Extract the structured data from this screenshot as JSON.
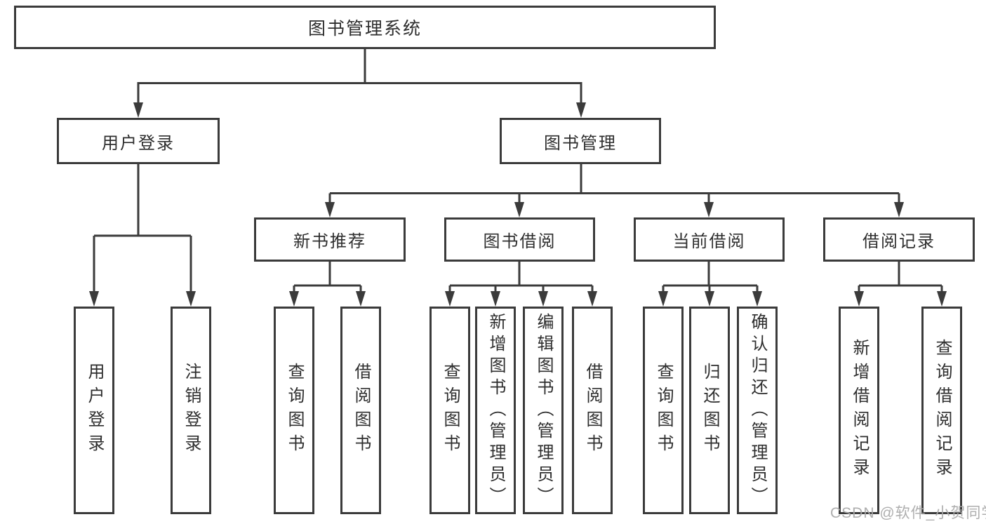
{
  "title": "图书管理系统",
  "watermark": "CSDN @软件_小贺同学",
  "colors": {
    "line": "#3b3b3b",
    "box_border": "#3b3b3b",
    "text": "#2e2e2e",
    "background": "#ffffff",
    "watermark": "#aaaaaa"
  },
  "tree": {
    "root": {
      "label": "图书管理系统"
    },
    "branches": [
      {
        "label": "用户登录",
        "leaves": [
          {
            "label": "用户登录"
          },
          {
            "label": "注销登录"
          }
        ]
      },
      {
        "label": "图书管理",
        "groups": [
          {
            "label": "新书推荐",
            "leaves": [
              {
                "label": "查询图书"
              },
              {
                "label": "借阅图书"
              }
            ]
          },
          {
            "label": "图书借阅",
            "leaves": [
              {
                "label": "查询图书"
              },
              {
                "label": "新增图书（管理员）"
              },
              {
                "label": "编辑图书（管理员）"
              },
              {
                "label": "借阅图书"
              }
            ]
          },
          {
            "label": "当前借阅",
            "leaves": [
              {
                "label": "查询图书"
              },
              {
                "label": "归还图书"
              },
              {
                "label": "确认归还（管理员）"
              }
            ]
          },
          {
            "label": "借阅记录",
            "leaves": [
              {
                "label": "新增借阅记录"
              },
              {
                "label": "查询借阅记录"
              }
            ]
          }
        ]
      }
    ]
  }
}
